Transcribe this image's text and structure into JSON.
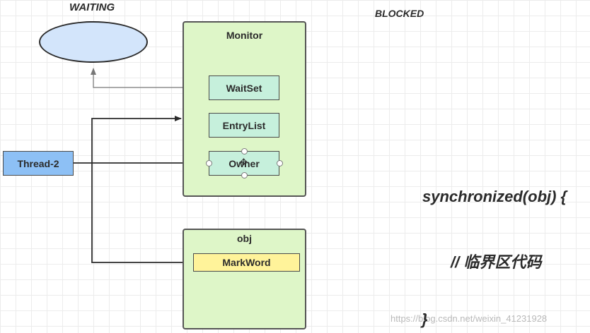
{
  "labels": {
    "waiting": "WAITING",
    "blocked": "BLOCKED"
  },
  "monitor": {
    "title": "Monitor",
    "wait_set": "WaitSet",
    "entry_list": "EntryList",
    "owner": "Owner"
  },
  "obj": {
    "title": "obj",
    "mark_word": "MarkWord"
  },
  "thread": {
    "name": "Thread-2"
  },
  "code": {
    "line1": "synchronized(obj) {",
    "line2": "// 临界区代码",
    "line3": "}"
  },
  "watermark": "https://blog.csdn.net/weixin_41231928",
  "colors": {
    "monitor_fill": "#def6c8",
    "cell_fill": "#c6f0dc",
    "markword_fill": "#fff39a",
    "thread_fill": "#8dc0f5",
    "ellipse_fill": "#d3e5fb"
  }
}
